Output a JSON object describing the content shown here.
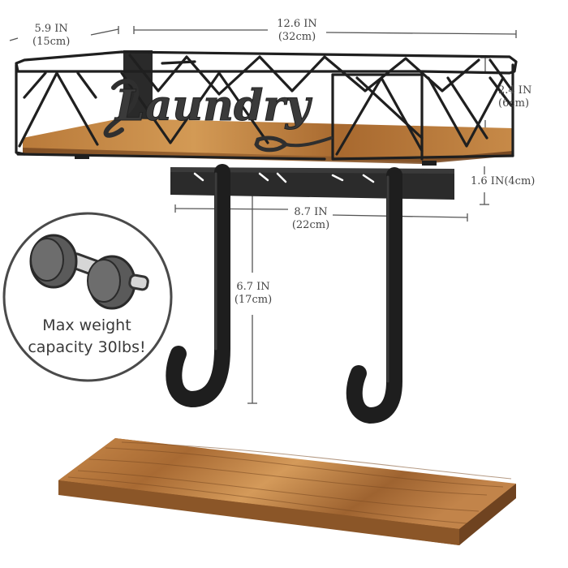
{
  "dimensions": {
    "depth": {
      "inches": "5.9 IN",
      "cm": "(15cm)"
    },
    "width": {
      "inches": "12.6 IN",
      "cm": "(32cm)"
    },
    "basket_height": {
      "inches": "2.4 IN",
      "cm": "(6cm)"
    },
    "bracket_height": {
      "label": "1.6 IN(4cm)"
    },
    "hook_spacing": {
      "inches": "8.7 IN",
      "cm": "(22cm)"
    },
    "hook_length": {
      "inches": "6.7 IN",
      "cm": "(17cm)"
    }
  },
  "sign_text": "Laundry",
  "badge": {
    "line1": "Max weight",
    "line2": "capacity 30lbs!",
    "icon": "dumbbell-icon"
  },
  "colors": {
    "metal": "#1f1f1f",
    "wood_light": "#c9904e",
    "wood_dark": "#8a5a2b",
    "line": "#555555"
  }
}
